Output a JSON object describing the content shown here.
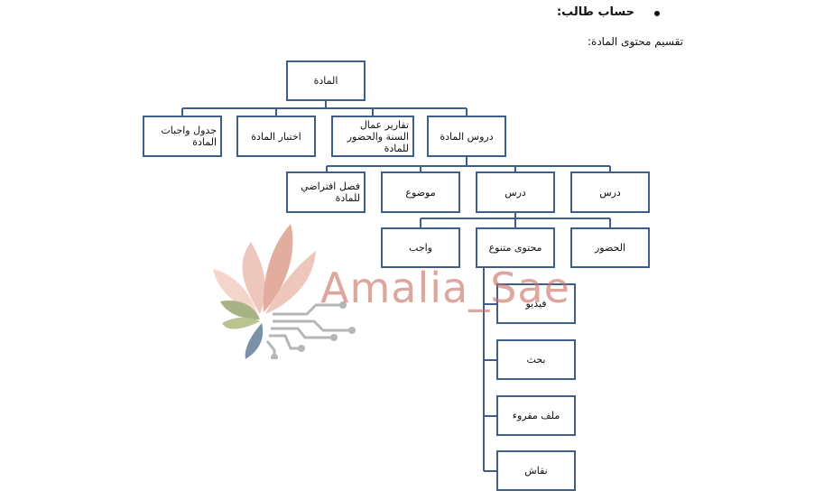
{
  "heading": "حساب طالب:",
  "subheading": "تقسيم محتوى المادة:",
  "nodes": {
    "root": "المادة",
    "lessons": "دروس المادة",
    "reports": "تقارير عمال السنة والحضور للمادة",
    "exam": "اختبار المادة",
    "homework_table": "جدول واجبات المادة",
    "lesson_a": "درس",
    "lesson_b": "درس",
    "topic": "موضوع",
    "virtual_class": "فصل افتراضي للمادة",
    "attendance": "الحضور",
    "varied_content": "محتوى متنوع",
    "assignment": "واجب",
    "video": "فيديو",
    "research": "بحث",
    "reading_file": "ملف مقروء",
    "discussion": "نقاش"
  },
  "watermark": {
    "text": "Amalia_Sae",
    "colors": {
      "text": "#c87062",
      "petal_light": "#e8b4a6",
      "petal_dark": "#d9927f",
      "leaf_green": "#8a9a5b",
      "leaf_blue": "#4f6d8c",
      "circuit": "#9aa0a0"
    }
  },
  "colors": {
    "box_border": "#3e5f8a",
    "connector": "#3e5f8a"
  }
}
